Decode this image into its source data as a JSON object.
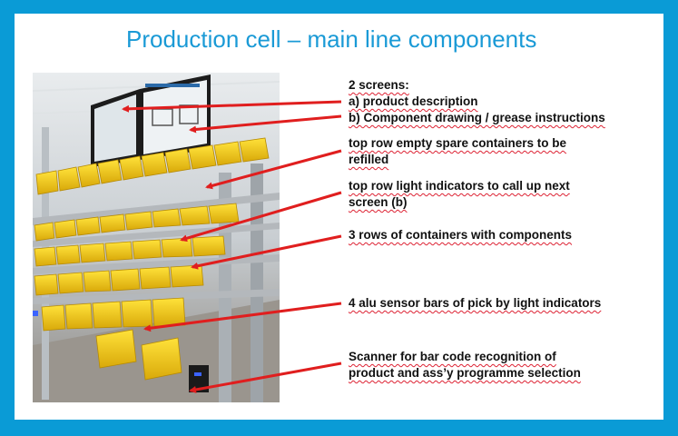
{
  "title": "Production cell – main line components",
  "colors": {
    "frame": "#0a9bd6",
    "title": "#1a9ad6",
    "arrow": "#e01e1e",
    "bin": "#f2d21a"
  },
  "labels": {
    "screens": [
      "2 screens:",
      "a) product description",
      "b) Component drawing / grease instructions"
    ],
    "top_row_empty": [
      "top row  empty spare containers to be",
      "refilled"
    ],
    "top_row_light": [
      "top row light indicators to call up next",
      "screen (b)"
    ],
    "three_rows": [
      "3 rows of containers with components"
    ],
    "sensor_bars": [
      "4 alu sensor bars of pick by light indicators"
    ],
    "scanner": [
      "Scanner for bar code recognition of",
      "product and ass’y programme selection"
    ]
  }
}
